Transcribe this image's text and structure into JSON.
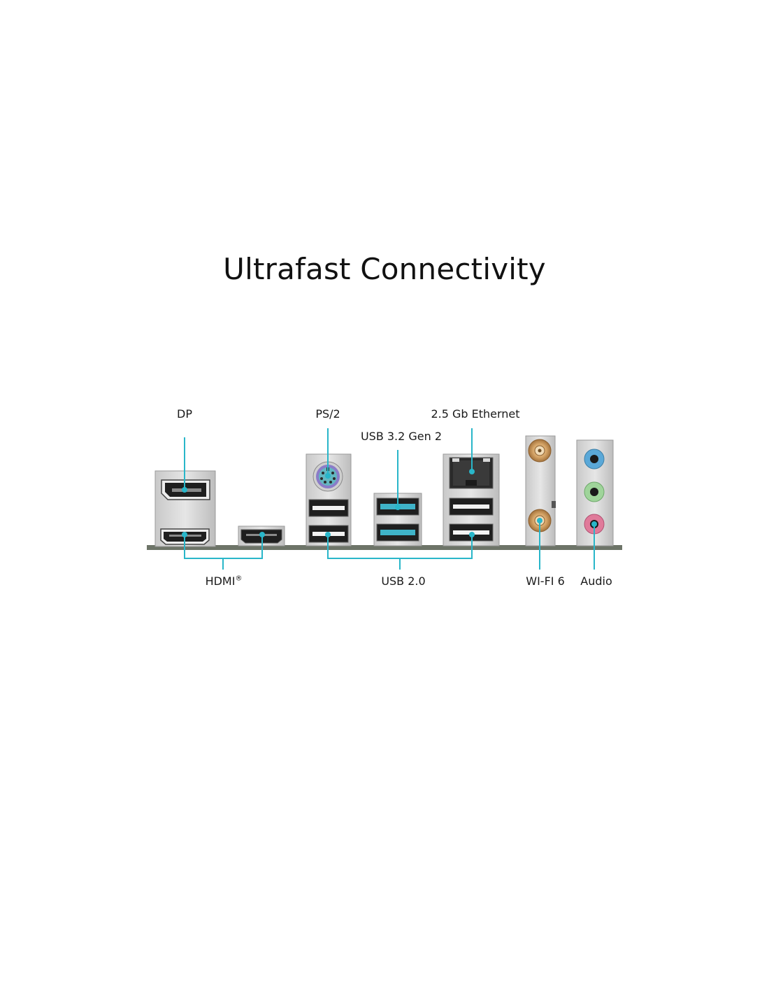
{
  "title": "Ultrafast Connectivity",
  "colors": {
    "accent": "#29b6c9",
    "panel": "#d9d9d9",
    "panel_edge": "#9a9a9a",
    "port_dark": "#1f1f1f",
    "usb32_blue": "#3fb3c8",
    "gold": "#c8965a",
    "audio_blue": "#5aa8d8",
    "audio_green": "#9fd49a",
    "audio_pink": "#e07a9a"
  },
  "labels": {
    "dp": "DP",
    "ps2": "PS/2",
    "usb32": "USB 3.2 Gen 2",
    "ethernet": "2.5 Gb Ethernet",
    "hdmi": "HDMI",
    "hdmi_mark": "®",
    "usb20": "USB 2.0",
    "wifi": "WI-FI 6",
    "audio": "Audio"
  },
  "icons": {
    "dp_port": "displayport-icon",
    "hdmi_port": "hdmi-icon",
    "ps2_port": "ps2-icon",
    "usb_port": "usb-icon",
    "rj45_port": "ethernet-icon",
    "antenna": "antenna-connector-icon",
    "audio_jack": "audio-jack-icon"
  }
}
